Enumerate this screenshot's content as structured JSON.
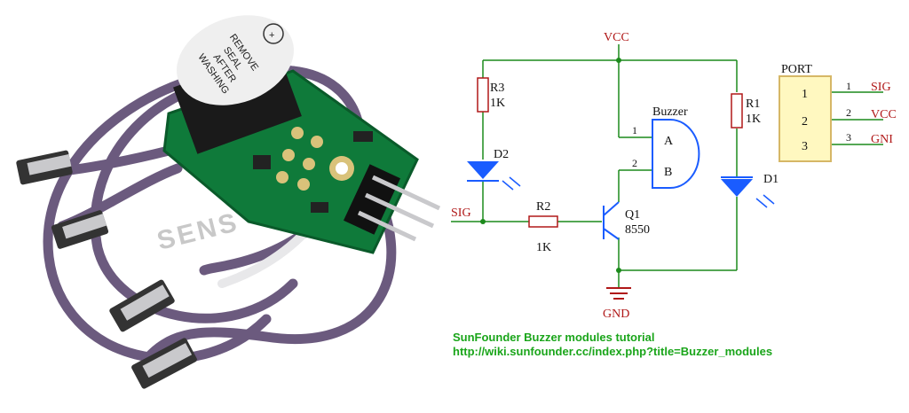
{
  "photo": {
    "watermark": "SENS",
    "buzzer_seal": [
      "REMOVE",
      "SEAL",
      "AFTER",
      "WASHING"
    ],
    "buzzer_plus": "+"
  },
  "schematic": {
    "vcc": "VCC",
    "gnd": "GND",
    "sig": "SIG",
    "buzzer": "Buzzer",
    "buzzer_pin_a": "A",
    "buzzer_pin_b": "B",
    "buzzer_wire_1": "1",
    "buzzer_wire_2": "2",
    "r3": {
      "name": "R3",
      "value": "1K"
    },
    "r1": {
      "name": "R1",
      "value": "1K"
    },
    "r2": {
      "name": "R2",
      "value": "1K"
    },
    "d2": "D2",
    "d1": "D1",
    "q1": {
      "name": "Q1",
      "part": "8550"
    }
  },
  "port": {
    "title": "PORT",
    "pins": [
      {
        "num": "1",
        "wire": "1",
        "label": "SIG"
      },
      {
        "num": "2",
        "wire": "2",
        "label": "VCC"
      },
      {
        "num": "3",
        "wire": "3",
        "label": "GNI"
      }
    ],
    "fill": "#fff8c0",
    "stroke": "#d6b766"
  },
  "footer": {
    "title": "SunFounder Buzzer modules tutorial",
    "url": "http://wiki.sunfounder.cc/index.php?title=Buzzer_modules",
    "color": "#1aa51a"
  },
  "colors": {
    "wire": "#1c8a1c",
    "label_red": "#b01818",
    "led_blue": "#1a5cff"
  }
}
